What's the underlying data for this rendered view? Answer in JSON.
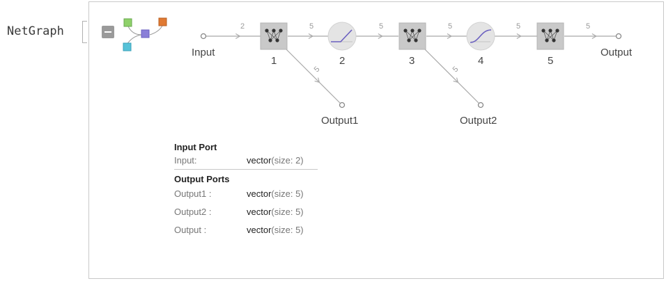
{
  "title": "NetGraph",
  "nodes": [
    {
      "id": "input",
      "label": "Input"
    },
    {
      "id": "n1",
      "label": "1"
    },
    {
      "id": "n2",
      "label": "2"
    },
    {
      "id": "n3",
      "label": "3"
    },
    {
      "id": "n4",
      "label": "4"
    },
    {
      "id": "n5",
      "label": "5"
    },
    {
      "id": "output",
      "label": "Output"
    },
    {
      "id": "output1",
      "label": "Output1"
    },
    {
      "id": "output2",
      "label": "Output2"
    }
  ],
  "edges": [
    "2",
    "5",
    "5",
    "5",
    "5",
    "5",
    "5",
    "5"
  ],
  "info": {
    "input_heading": "Input Port",
    "input_ports": [
      {
        "name": "Input:",
        "type": "vector",
        "size": "(size: 2)"
      }
    ],
    "output_heading": "Output Ports",
    "output_ports": [
      {
        "name": "Output1 :",
        "type": "vector",
        "size": "(size: 5)"
      },
      {
        "name": "Output2 :",
        "type": "vector",
        "size": "(size: 5)"
      },
      {
        "name": "Output :",
        "type": "vector",
        "size": "(size: 5)"
      }
    ]
  },
  "colors": {
    "linear_layer": "#c9c9c9",
    "activation_layer": "#e4e4e4",
    "curve": "#6a5fc0",
    "edge": "#a8a8a8",
    "icon_green": "#8fd16a",
    "icon_purple": "#8a7fd8",
    "icon_orange": "#e07a33",
    "icon_cyan": "#56c2d8"
  }
}
